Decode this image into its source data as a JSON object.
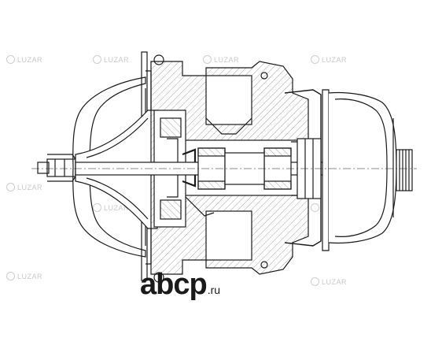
{
  "watermark": {
    "text": "LUZAR"
  },
  "logo": {
    "text": "abcp",
    "suffix": ".ru"
  },
  "colors": {
    "line": "#1a1a1a",
    "hatch": "#777777",
    "watermark": "#cccccc"
  }
}
